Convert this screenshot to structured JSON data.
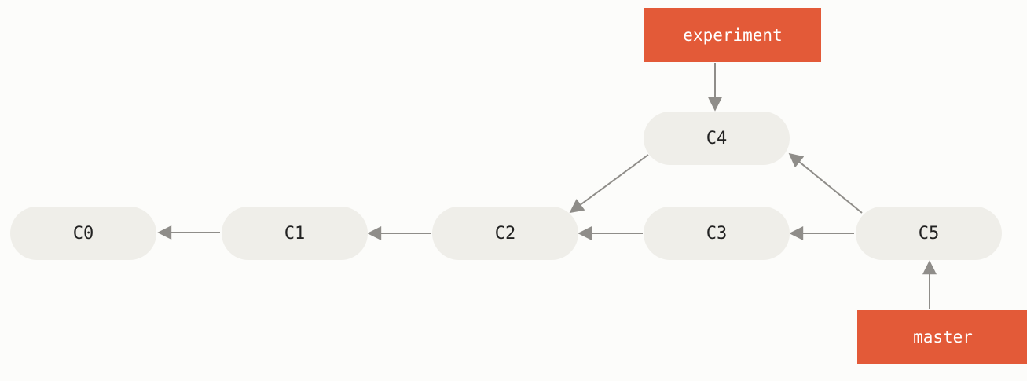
{
  "commits": {
    "c0": "C0",
    "c1": "C1",
    "c2": "C2",
    "c3": "C3",
    "c4": "C4",
    "c5": "C5"
  },
  "branches": {
    "experiment": "experiment",
    "master": "master"
  },
  "colors": {
    "commit_fill": "#efeee9",
    "branch_fill": "#e35a38",
    "arrow": "#8f8d89",
    "background": "#fcfcfa"
  }
}
